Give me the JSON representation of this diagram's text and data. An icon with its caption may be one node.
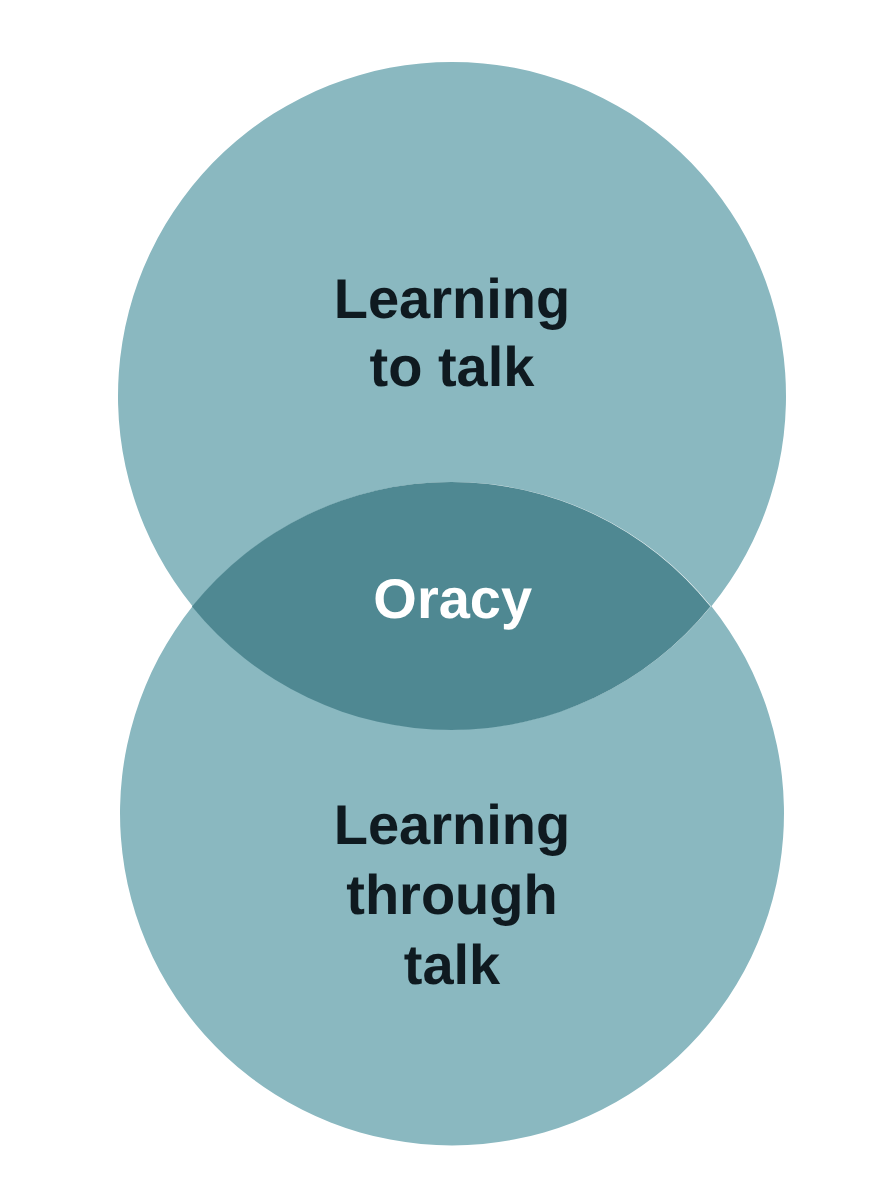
{
  "diagram": {
    "nodes": [
      {
        "text": [
          "Learning to talk"
        ]
      },
      {
        "text": [
          "Oracy"
        ]
      },
      {
        "text": [
          "Learning through talk"
        ]
      }
    ]
  }
}
